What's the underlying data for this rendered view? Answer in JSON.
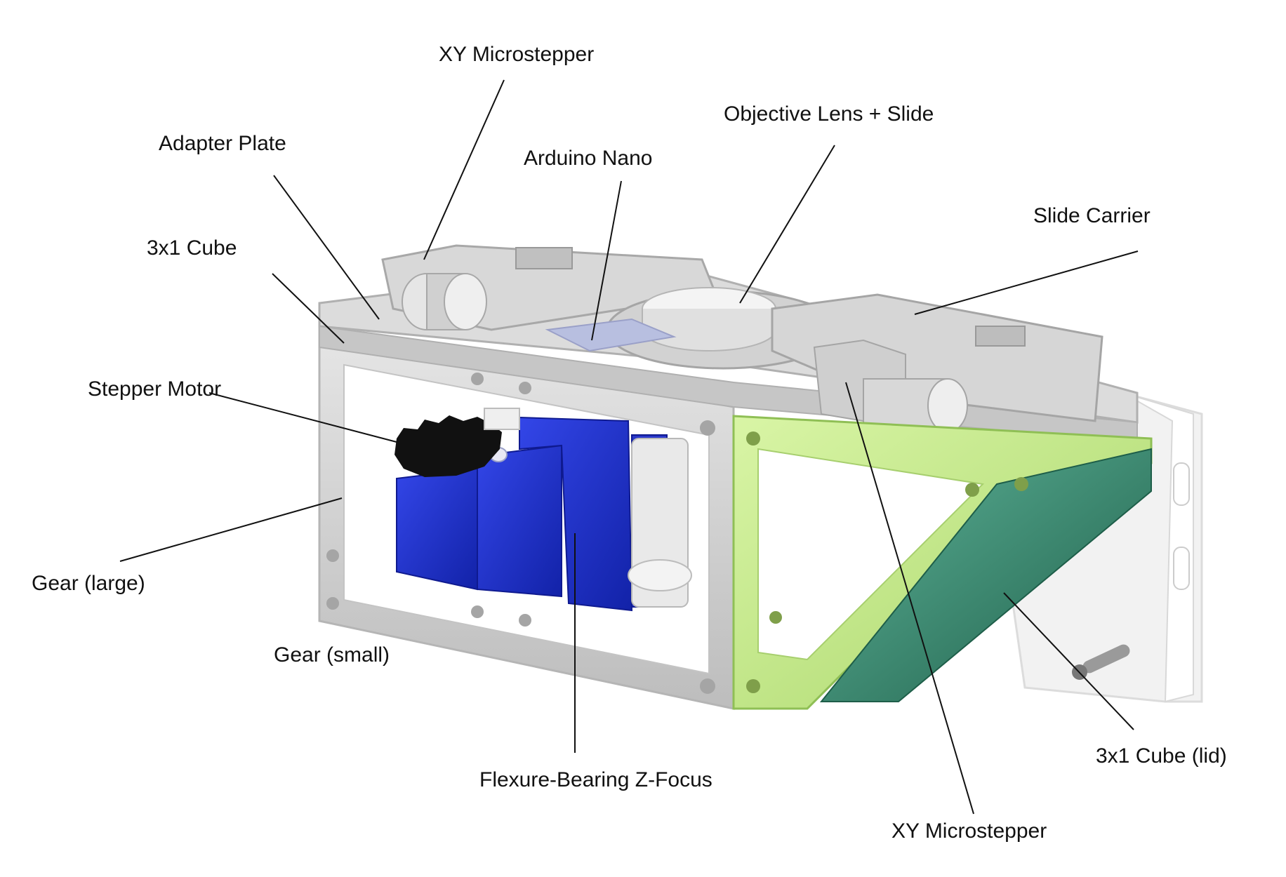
{
  "labels": {
    "xy_microstepper_top": "XY Microstepper",
    "adapter_plate": "Adapter Plate",
    "arduino_nano": "Arduino Nano",
    "objective_lens_slide": "Objective Lens + Slide",
    "slide_carrier": "Slide Carrier",
    "cube_3x1": "3x1 Cube",
    "stepper_motor": "Stepper Motor",
    "gear_large": "Gear (large)",
    "gear_small": "Gear (small)",
    "flexure_z_focus": "Flexure-Bearing Z-Focus",
    "cube_3x1_lid": "3x1 Cube (lid)",
    "xy_microstepper_bottom": "XY Microstepper"
  },
  "colors": {
    "background": "#ffffff",
    "frame_grey": "#d4d4d4",
    "frame_dark": "#a9a9a9",
    "motor_blue": "#1f2ecf",
    "gear_black": "#111111",
    "green_frame": "#c8ec8c",
    "teal_panel": "#2f7f66",
    "leader_line": "#111111"
  }
}
